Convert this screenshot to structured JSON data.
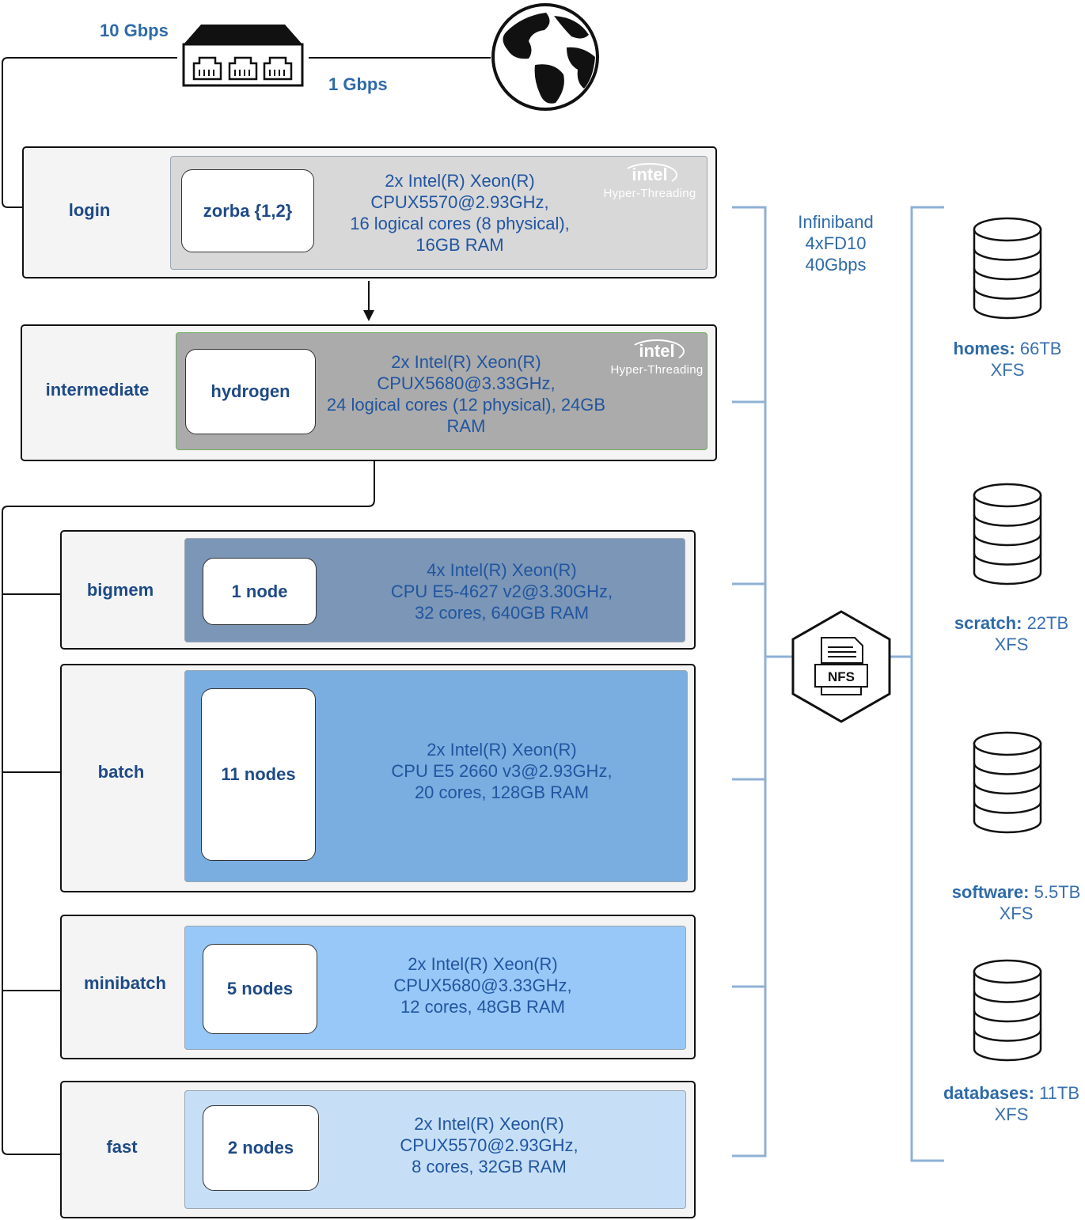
{
  "network": {
    "uplink_speed": "10 Gbps",
    "internet_speed": "1 Gbps",
    "switch_icon": "network-switch-icon",
    "globe_icon": "globe-icon"
  },
  "tiers": [
    {
      "label": "login",
      "node": "zorba {1,2}",
      "spec": "2x Intel(R) Xeon(R)\nCPUX5570@2.93GHz,\n16 logical cores (8 physical),\n16GB RAM",
      "badge": {
        "brand": "intel",
        "feature": "Hyper-Threading"
      },
      "color": "#d8d8d8"
    },
    {
      "label": "intermediate",
      "node": "hydrogen",
      "spec": "2x Intel(R) Xeon(R)\nCPUX5680@3.33GHz,\n24 logical cores (12 physical), 24GB\nRAM",
      "badge": {
        "brand": "intel",
        "feature": "Hyper-Threading"
      },
      "color": "#ababab"
    },
    {
      "label": "bigmem",
      "node": "1 node",
      "spec": "4x Intel(R) Xeon(R)\nCPU E5-4627 v2@3.30GHz,\n32 cores, 640GB RAM",
      "color": "#7b96b6"
    },
    {
      "label": "batch",
      "node": "11 nodes",
      "spec": "2x Intel(R) Xeon(R)\nCPU E5 2660 v3@2.93GHz,\n20 cores, 128GB RAM",
      "color": "#7aaee0"
    },
    {
      "label": "minibatch",
      "node": "5 nodes",
      "spec": "2x Intel(R) Xeon(R)\nCPUX5680@3.33GHz,\n12 cores, 48GB RAM",
      "color": "#98c8f7"
    },
    {
      "label": "fast",
      "node": "2 nodes",
      "spec": "2x Intel(R) Xeon(R)\nCPUX5570@2.93GHz,\n8 cores, 32GB RAM",
      "color": "#c6dff6"
    }
  ],
  "interconnect": {
    "line1": "Infiniband",
    "line2": "4xFD10",
    "line3": "40Gbps",
    "hub_label": "NFS",
    "line_color": "#8fb0d6"
  },
  "storage": [
    {
      "name": "homes:",
      "size": "66TB",
      "fs": "XFS"
    },
    {
      "name": "scratch:",
      "size": "22TB",
      "fs": "XFS"
    },
    {
      "name": "software:",
      "size": "5.5TB",
      "fs": "XFS"
    },
    {
      "name": "databases:",
      "size": "11TB",
      "fs": "XFS"
    }
  ]
}
